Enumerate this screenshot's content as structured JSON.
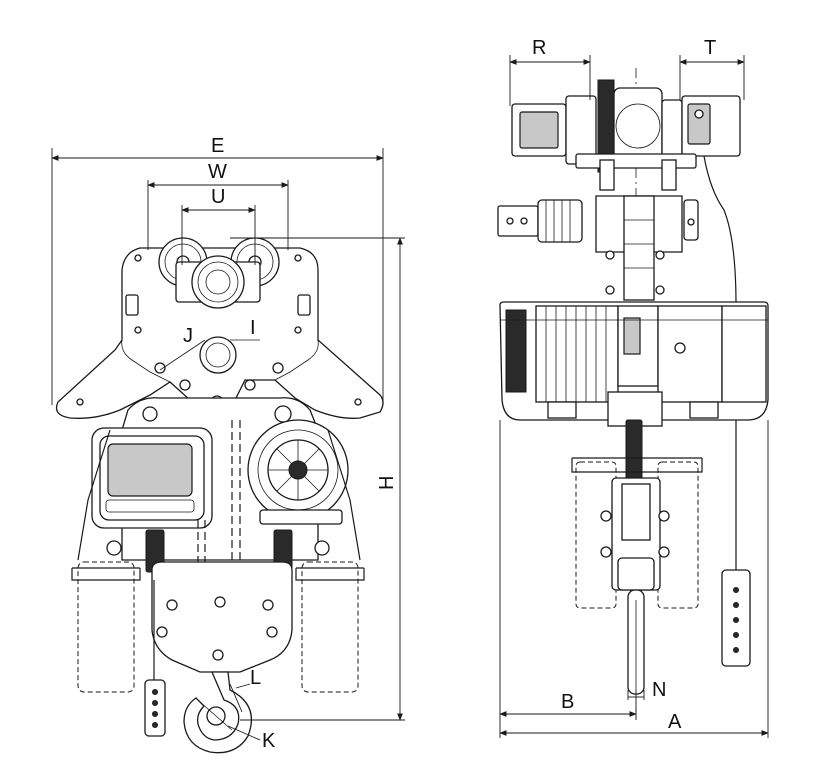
{
  "diagram": {
    "front_view_labels": {
      "E": "E",
      "W": "W",
      "U": "U",
      "J": "J",
      "I": "I",
      "H": "H",
      "L": "L",
      "K": "K"
    },
    "side_view_labels": {
      "R": "R",
      "T": "T",
      "B": "B",
      "N": "N",
      "A": "A"
    }
  }
}
